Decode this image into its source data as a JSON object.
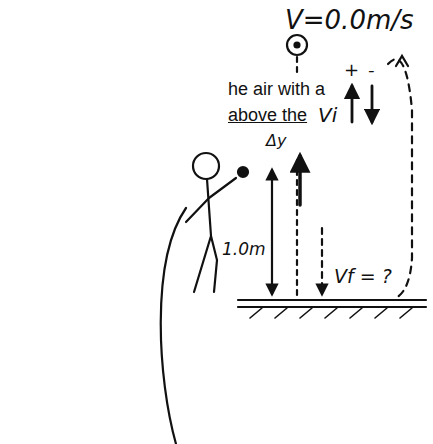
{
  "diagram": {
    "labels": [
      "V=0.0m/s",
      "he air with a",
      "above the",
      "Vi",
      "Δy",
      "+",
      "-",
      "1.0m",
      "Vf = ?"
    ]
  }
}
